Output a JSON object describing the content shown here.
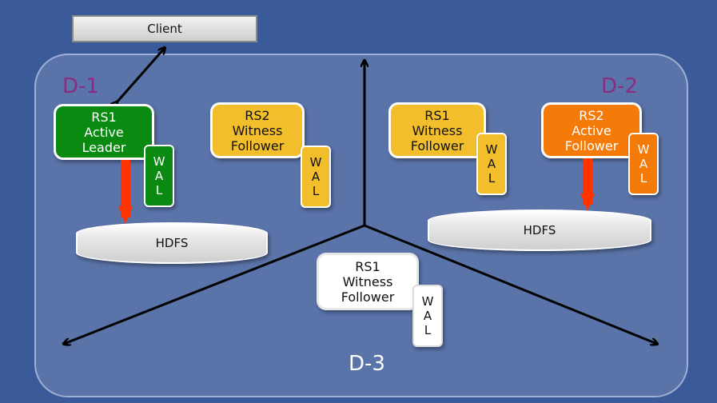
{
  "client": {
    "label": "Client"
  },
  "datacenters": [
    {
      "label": "D-1"
    },
    {
      "label": "D-2"
    },
    {
      "label": "D-3"
    }
  ],
  "servers": [
    {
      "lines": [
        "RS1",
        "Active",
        "Leader"
      ],
      "color": "#0a8a10"
    },
    {
      "lines": [
        "RS2",
        "Witness",
        "Follower"
      ],
      "color": "#f2be2c"
    },
    {
      "lines": [
        "RS1",
        "Witness",
        "Follower"
      ],
      "color": "#f2be2c"
    },
    {
      "lines": [
        "RS2",
        "Active",
        "Follower"
      ],
      "color": "#f47a0a"
    },
    {
      "lines": [
        "RS1",
        "Witness",
        "Follower"
      ],
      "color": "#ffffff"
    }
  ],
  "wal": {
    "letters": [
      "W",
      "A",
      "L"
    ]
  },
  "hdfs": [
    {
      "label": "HDFS"
    },
    {
      "label": "HDFS"
    }
  ],
  "colors": {
    "background": "#3a5a9a",
    "region": "#5a73a8",
    "arrow_red": "#ff3300"
  }
}
